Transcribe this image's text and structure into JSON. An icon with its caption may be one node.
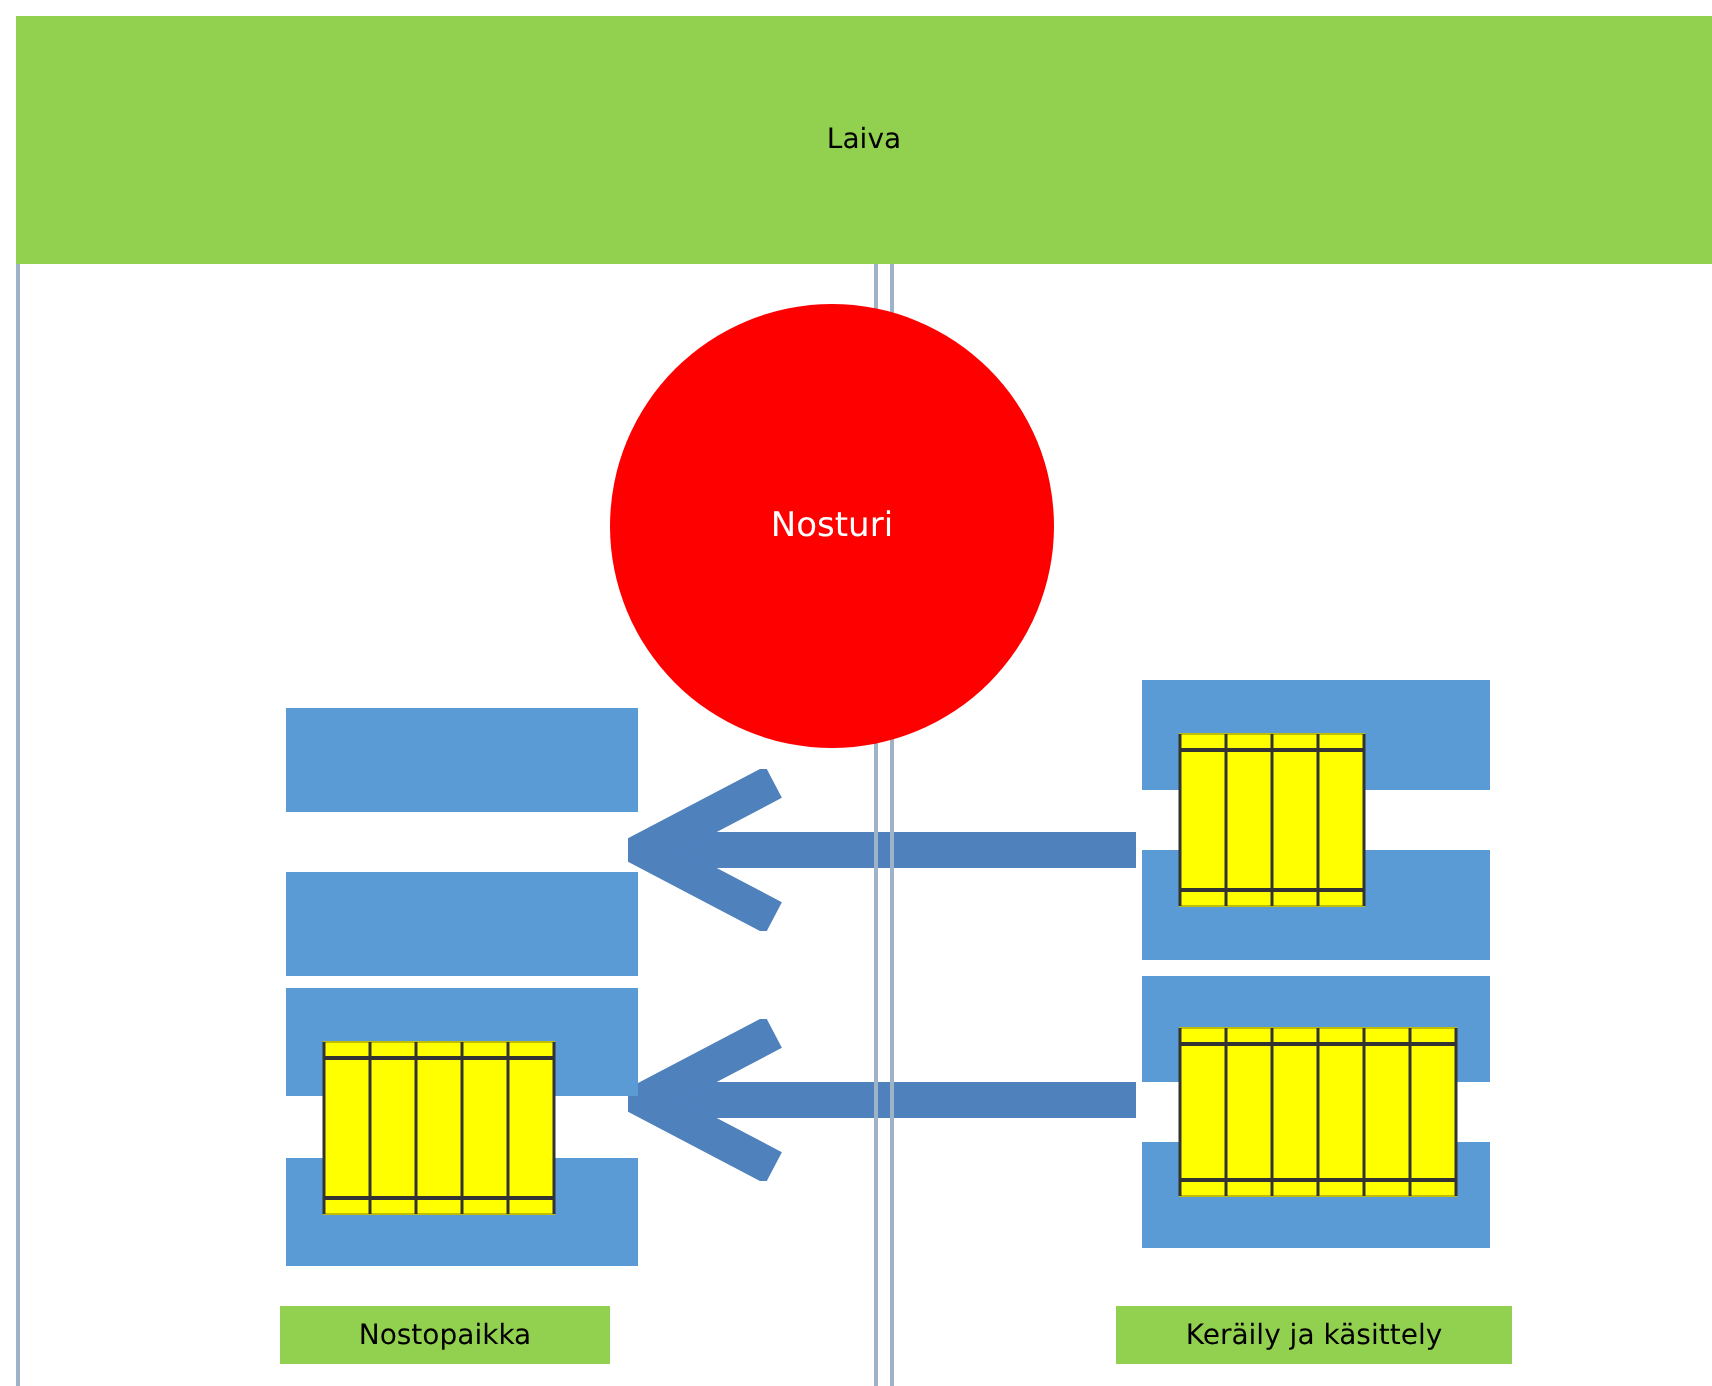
{
  "diagram": {
    "nodes": [
      {
        "text": [
          "Laiva"
        ]
      },
      {
        "text": [
          "Nosturi"
        ]
      },
      {
        "text": [
          "Nostopaikka"
        ]
      },
      {
        "text": [
          "Keräily ja käsittely"
        ]
      },
      {
        "text": [],
        "shape": "box"
      },
      {
        "text": [],
        "shape": "box"
      },
      {
        "text": [],
        "shape": "box"
      },
      {
        "text": [],
        "shape": "box"
      }
    ],
    "edges": [
      {
        "from": 6,
        "to": 4,
        "arrow": "to"
      },
      {
        "from": 7,
        "to": 5,
        "arrow": "to"
      }
    ]
  }
}
